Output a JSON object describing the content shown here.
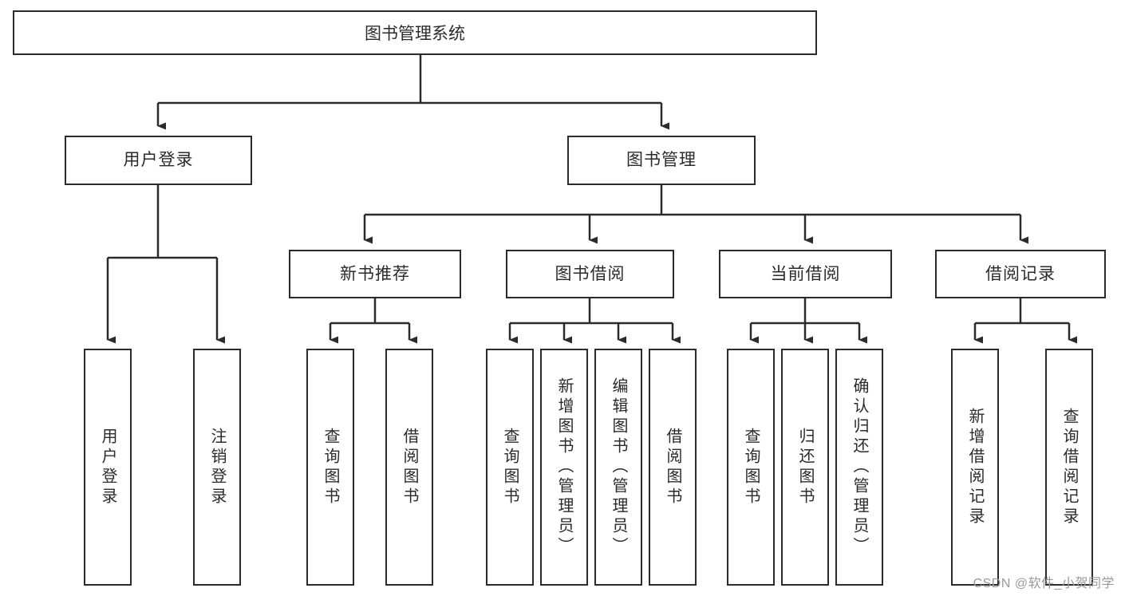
{
  "diagram": {
    "title": "图书管理系统",
    "root": {
      "label": "图书管理系统"
    },
    "level2": [
      {
        "label": "用户登录"
      },
      {
        "label": "图书管理"
      }
    ],
    "level3": [
      {
        "label": "新书推荐"
      },
      {
        "label": "图书借阅"
      },
      {
        "label": "当前借阅"
      },
      {
        "label": "借阅记录"
      }
    ],
    "leaves": {
      "user_login": [
        {
          "label": "用户登录"
        },
        {
          "label": "注销登录"
        }
      ],
      "new_book_recommend": [
        {
          "label": "查询图书"
        },
        {
          "label": "借阅图书"
        }
      ],
      "book_borrow": [
        {
          "label": "查询图书"
        },
        {
          "label": "新增图书（管理员）"
        },
        {
          "label": "编辑图书（管理员）"
        },
        {
          "label": "借阅图书"
        }
      ],
      "current_borrow": [
        {
          "label": "查询图书"
        },
        {
          "label": "归还图书"
        },
        {
          "label": "确认归还（管理员）"
        }
      ],
      "borrow_records": [
        {
          "label": "新增借阅记录"
        },
        {
          "label": "查询借阅记录"
        }
      ]
    }
  },
  "watermark": {
    "text": "CSDN @软件_小贺同学"
  },
  "colors": {
    "stroke": "#2b2b2b",
    "background": "#ffffff",
    "watermark": "#9a9a9a"
  }
}
